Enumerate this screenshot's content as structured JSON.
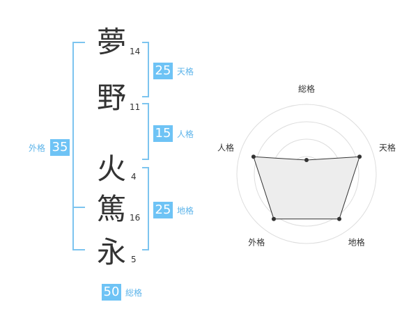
{
  "name": {
    "chars": [
      {
        "char": "夢",
        "strokes": "14"
      },
      {
        "char": "野",
        "strokes": "11"
      },
      {
        "char": "火",
        "strokes": "4"
      },
      {
        "char": "篤",
        "strokes": "16"
      },
      {
        "char": "永",
        "strokes": "5"
      }
    ]
  },
  "kaku": {
    "tenkaku": {
      "value": "25",
      "label": "天格"
    },
    "jinkaku": {
      "value": "15",
      "label": "人格"
    },
    "chikaku": {
      "value": "25",
      "label": "地格"
    },
    "gaikaku": {
      "value": "35",
      "label": "外格"
    },
    "soukaku": {
      "value": "50",
      "label": "総格"
    }
  },
  "colors": {
    "accent": "#6ec3f5",
    "bracket": "#7cc4ef",
    "label": "#5db4ea"
  },
  "chart_data": {
    "type": "radar",
    "axes": [
      "総格",
      "天格",
      "地格",
      "外格",
      "人格"
    ],
    "values": [
      1,
      4,
      4,
      4,
      4
    ],
    "max": 5,
    "rings": 4
  }
}
